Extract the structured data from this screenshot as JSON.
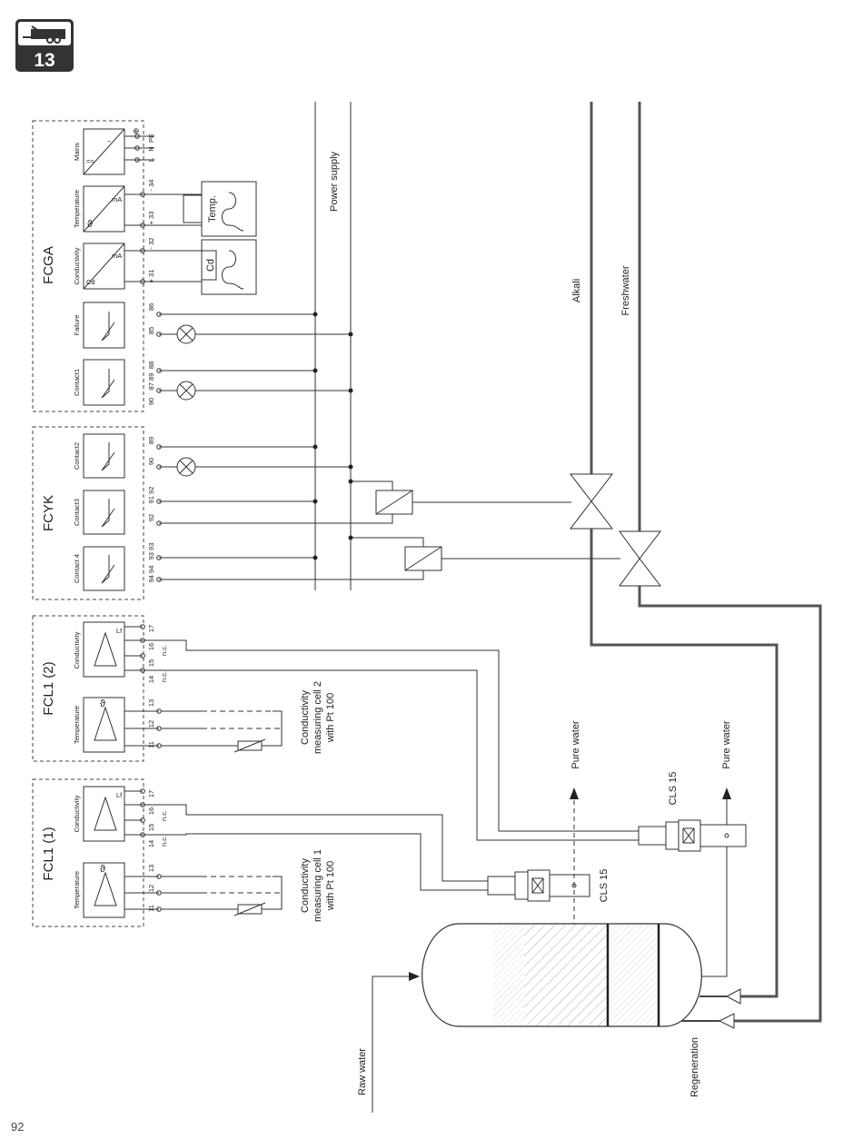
{
  "chapter": {
    "number": "13"
  },
  "page_number": "92",
  "lines": {
    "power_supply": "Power supply",
    "alkali": "Alkali",
    "freshwater": "Freshwater"
  },
  "flows": {
    "raw_water": "Raw water",
    "regeneration": "Regeneration",
    "pure_water": "Pure water"
  },
  "fcga": {
    "label": "FCGA",
    "modules": [
      "Mains",
      "Temperature",
      "Conductivity",
      "Failure",
      "Contact1"
    ],
    "mains_terminals": [
      "L",
      "N",
      "PE"
    ],
    "temp_terminals": [
      "- 34",
      "+ 33"
    ],
    "cond_terminals": [
      "- 32",
      "+ 31"
    ],
    "failure_terminals": [
      "86",
      "85"
    ],
    "contact1_terminals": [
      "88",
      "87 89",
      "90"
    ],
    "mA": "mA",
    "temp_probe": "Temp.",
    "cond_probe": "Cd",
    "cond_symbol": "Cd",
    "theta": "ϑ"
  },
  "fcyk": {
    "label": "FCYK",
    "modules": [
      "Contact2",
      "Contact3",
      "Contact 4"
    ],
    "c2_terminals": [
      "89",
      "90"
    ],
    "c3_terminals": [
      "91 92",
      "92"
    ],
    "c4_terminals": [
      "93 93",
      "94 94"
    ]
  },
  "fcl2": {
    "label": "FCL1 (2)",
    "modules": [
      "Temperature",
      "Conductivity"
    ],
    "temp_terminals": [
      "13",
      "12",
      "11"
    ],
    "cond_terminals": [
      "17",
      "16",
      "15",
      "14"
    ],
    "nc": "n.c.",
    "lf": "Lf",
    "cell": [
      "Conductivity",
      "measuring cell 2",
      "with Pt 100"
    ]
  },
  "fcl1": {
    "label": "FCL1 (1)",
    "modules": [
      "Temperature",
      "Conductivity"
    ],
    "temp_terminals": [
      "13",
      "12",
      "11"
    ],
    "cond_terminals": [
      "17",
      "16",
      "15",
      "14"
    ],
    "nc": "n.c.",
    "lf": "Lf",
    "cell": [
      "Conductivity",
      "measuring cell 1",
      "with Pt 100"
    ]
  },
  "sensors": {
    "cls_a": "CLS 15",
    "cls_b": "CLS 15"
  }
}
